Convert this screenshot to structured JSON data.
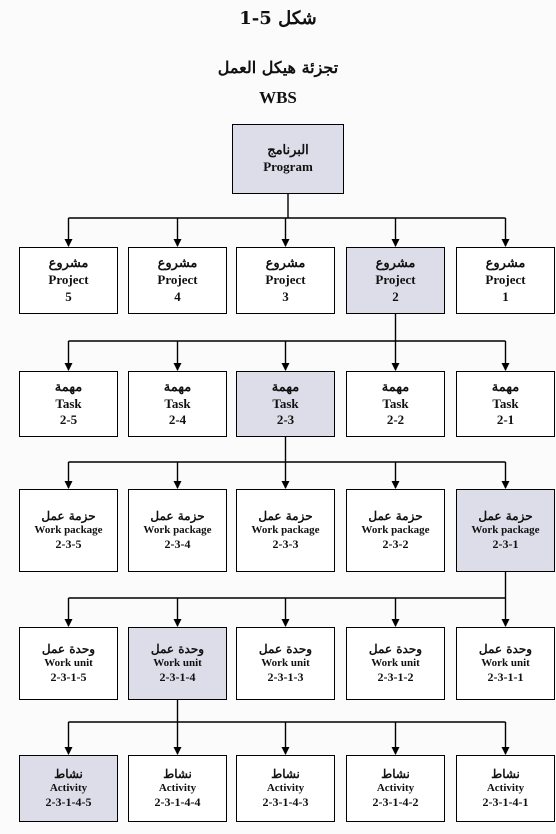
{
  "figure_label": "شكل 5-1",
  "subtitle": "تجزئة هيكل العمل",
  "acronym": "WBS",
  "program": {
    "ar": "البرنامج",
    "en": "Program"
  },
  "projects": [
    {
      "ar": "مشروع",
      "en": "Project",
      "code": "1"
    },
    {
      "ar": "مشروع",
      "en": "Project",
      "code": "2"
    },
    {
      "ar": "مشروع",
      "en": "Project",
      "code": "3"
    },
    {
      "ar": "مشروع",
      "en": "Project",
      "code": "4"
    },
    {
      "ar": "مشروع",
      "en": "Project",
      "code": "5"
    }
  ],
  "tasks": [
    {
      "ar": "مهمة",
      "en": "Task",
      "code": "2-1"
    },
    {
      "ar": "مهمة",
      "en": "Task",
      "code": "2-2"
    },
    {
      "ar": "مهمة",
      "en": "Task",
      "code": "2-3"
    },
    {
      "ar": "مهمة",
      "en": "Task",
      "code": "2-4"
    },
    {
      "ar": "مهمة",
      "en": "Task",
      "code": "2-5"
    }
  ],
  "packages": [
    {
      "ar": "حزمة عمل",
      "en": "Work package",
      "code": "2-3-1"
    },
    {
      "ar": "حزمة عمل",
      "en": "Work package",
      "code": "2-3-2"
    },
    {
      "ar": "حزمة عمل",
      "en": "Work package",
      "code": "2-3-3"
    },
    {
      "ar": "حزمة عمل",
      "en": "Work package",
      "code": "2-3-4"
    },
    {
      "ar": "حزمة عمل",
      "en": "Work package",
      "code": "2-3-5"
    }
  ],
  "units": [
    {
      "ar": "وحدة عمل",
      "en": "Work unit",
      "code": "2-3-1-1"
    },
    {
      "ar": "وحدة عمل",
      "en": "Work unit",
      "code": "2-3-1-2"
    },
    {
      "ar": "وحدة عمل",
      "en": "Work unit",
      "code": "2-3-1-3"
    },
    {
      "ar": "وحدة عمل",
      "en": "Work unit",
      "code": "2-3-1-4"
    },
    {
      "ar": "وحدة عمل",
      "en": "Work unit",
      "code": "2-3-1-5"
    }
  ],
  "activities": [
    {
      "ar": "نشاط",
      "en": "Activity",
      "code": "2-3-1-4-1"
    },
    {
      "ar": "نشاط",
      "en": "Activity",
      "code": "2-3-1-4-2"
    },
    {
      "ar": "نشاط",
      "en": "Activity",
      "code": "2-3-1-4-3"
    },
    {
      "ar": "نشاط",
      "en": "Activity",
      "code": "2-3-1-4-4"
    },
    {
      "ar": "نشاط",
      "en": "Activity",
      "code": "2-3-1-4-5"
    }
  ],
  "highlight_color": "#dcdde9"
}
